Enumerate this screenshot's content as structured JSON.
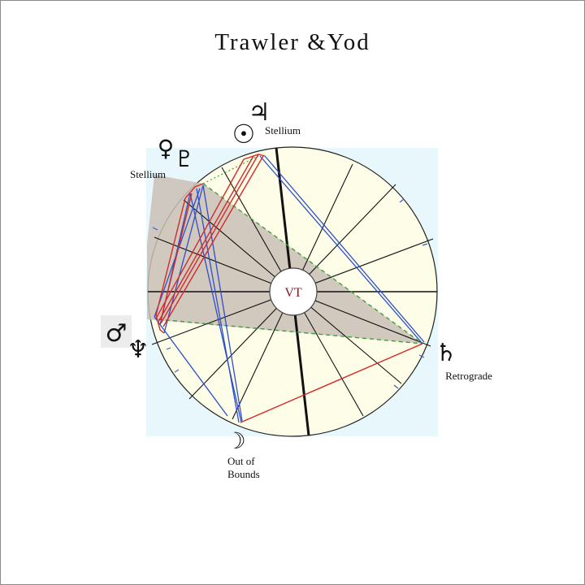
{
  "title": "Trawler &Yod",
  "center_label": "VT",
  "labels": {
    "jupiter_glyph": "♃",
    "sun_glyph": "☉",
    "sun_stellium": "Stellium",
    "venus_glyph": "♀",
    "pluto_glyph": "♇",
    "venus_stellium": "Stellium",
    "mars_glyph": "♂",
    "neptune_glyph": "♆",
    "saturn_glyph": "♄",
    "saturn_status": "Retrograde",
    "moon_glyph": "☽",
    "moon_status_line1": "Out of",
    "moon_status_line2": "Bounds"
  },
  "colors": {
    "yod_red": "#d42a2a",
    "aspect_blue": "#2f4fc9",
    "quincunx_green": "#3f9f3f",
    "wedge_fill": "#c9bfb6",
    "wheel_fill": "#fdfde8",
    "panel_fill": "#e8f7fb",
    "mars_color": "#e31b1b"
  }
}
